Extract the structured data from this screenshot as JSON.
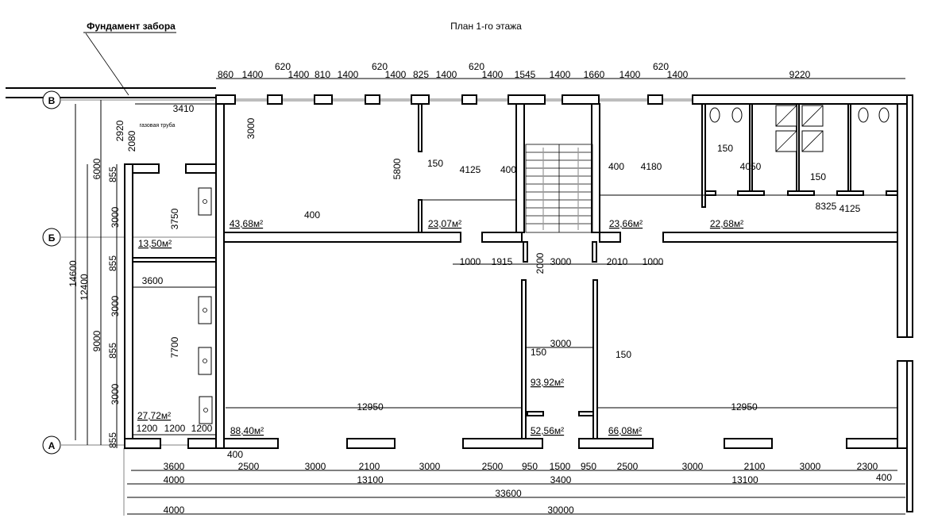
{
  "title": "План 1-го этажа",
  "fence_label": "Фундамент забора",
  "gas_pipe_label": "газовая труба",
  "axes": [
    "В",
    "Б",
    "А"
  ],
  "dims_top": [
    "860",
    "1400",
    "620",
    "1400",
    "810",
    "1400",
    "620",
    "1400",
    "825",
    "1400",
    "620",
    "1400",
    "1545",
    "1400",
    "1660",
    "1400",
    "620",
    "1400",
    "9220"
  ],
  "dims_inner": [
    "3410",
    "3000",
    "2920",
    "2080",
    "6000",
    "855",
    "3000",
    "3750",
    "5800",
    "150",
    "4125",
    "400",
    "400",
    "4180",
    "150",
    "4050",
    "150",
    "8325",
    "4125",
    "400"
  ],
  "dims_left": [
    "14600",
    "12400",
    "855",
    "3000",
    "9000",
    "855",
    "3000",
    "855",
    "7700",
    "3600"
  ],
  "dims_mid": [
    "1000",
    "1915",
    "2000",
    "3000",
    "2010",
    "1000",
    "3000",
    "150",
    "150",
    "12950",
    "12950",
    "1200",
    "1200",
    "1200",
    "400"
  ],
  "dims_bottom_1": [
    "3600",
    "2500",
    "3000",
    "2100",
    "3000",
    "2500",
    "950",
    "1500",
    "950",
    "2500",
    "3000",
    "2100",
    "3000",
    "2300",
    "400"
  ],
  "dims_bottom_2": [
    "4000",
    "13100",
    "3400",
    "13100"
  ],
  "dims_bottom_3": [
    "33600"
  ],
  "dims_bottom_4": [
    "4000",
    "30000"
  ],
  "areas": [
    "43,68м²",
    "23,07м²",
    "23,66м²",
    "22,68м²",
    "13,50м²",
    "27,72м²",
    "88,40м²",
    "93,92м²",
    "52,56м²",
    "66,08м²"
  ]
}
